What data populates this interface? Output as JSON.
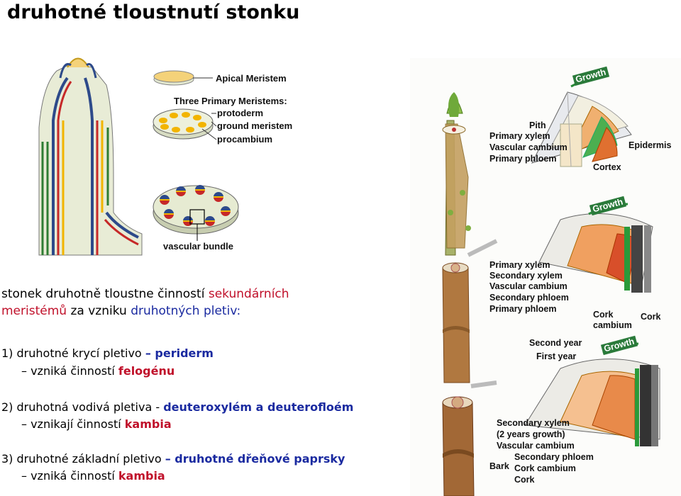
{
  "title": "druhotné tloustnutí stonku",
  "intro": {
    "line1_a": "stonek druhotně tloustne činností ",
    "line1_b": "sekundárních",
    "line2_a": "meristémů",
    "line2_b": " za vzniku ",
    "line2_c": "druhotných pletiv:"
  },
  "items": [
    {
      "head": "1) druhotné krycí pletivo ",
      "term": "– periderm",
      "sub": "– vzniká činností ",
      "sub_term": "felogénu"
    },
    {
      "head": "2) druhotná vodivá pletiva - ",
      "term": "deuteroxylém a deuterofloém",
      "sub": "– vznikají činností ",
      "sub_term": "kambia"
    },
    {
      "head": "3) druhotné základní pletivo ",
      "term": "– druhotné dřeňové paprsky",
      "sub": "– vzniká činností ",
      "sub_term": "kambia"
    }
  ],
  "left_diagram": {
    "apical": "Apical Meristem",
    "three": "Three Primary Meristems:",
    "protoderm": "protoderm",
    "ground": "ground meristem",
    "procambium": "procambium",
    "bundle": "vascular bundle"
  },
  "right_diagram": {
    "p1": {
      "growth": "Growth",
      "labels": [
        "Pith",
        "Primary xylem",
        "Vascular cambium",
        "Primary phloem"
      ],
      "epidermis": "Epidermis",
      "cortex": "Cortex"
    },
    "p2": {
      "growth": "Growth",
      "labels": [
        "Primary xylem",
        "Secondary xylem",
        "Vascular cambium",
        "Secondary phloem",
        "Primary phloem"
      ],
      "cork_cambium": "Cork\ncambium",
      "cork": "Cork"
    },
    "p3": {
      "growth": "Growth",
      "second_year": "Second year",
      "first_year": "First year",
      "labels": [
        "Secondary xylem",
        "(2 years growth)",
        "Vascular cambium"
      ],
      "bark": "Bark",
      "bark_labels": [
        "Secondary phloem",
        "Cork cambium",
        "Cork"
      ]
    }
  }
}
